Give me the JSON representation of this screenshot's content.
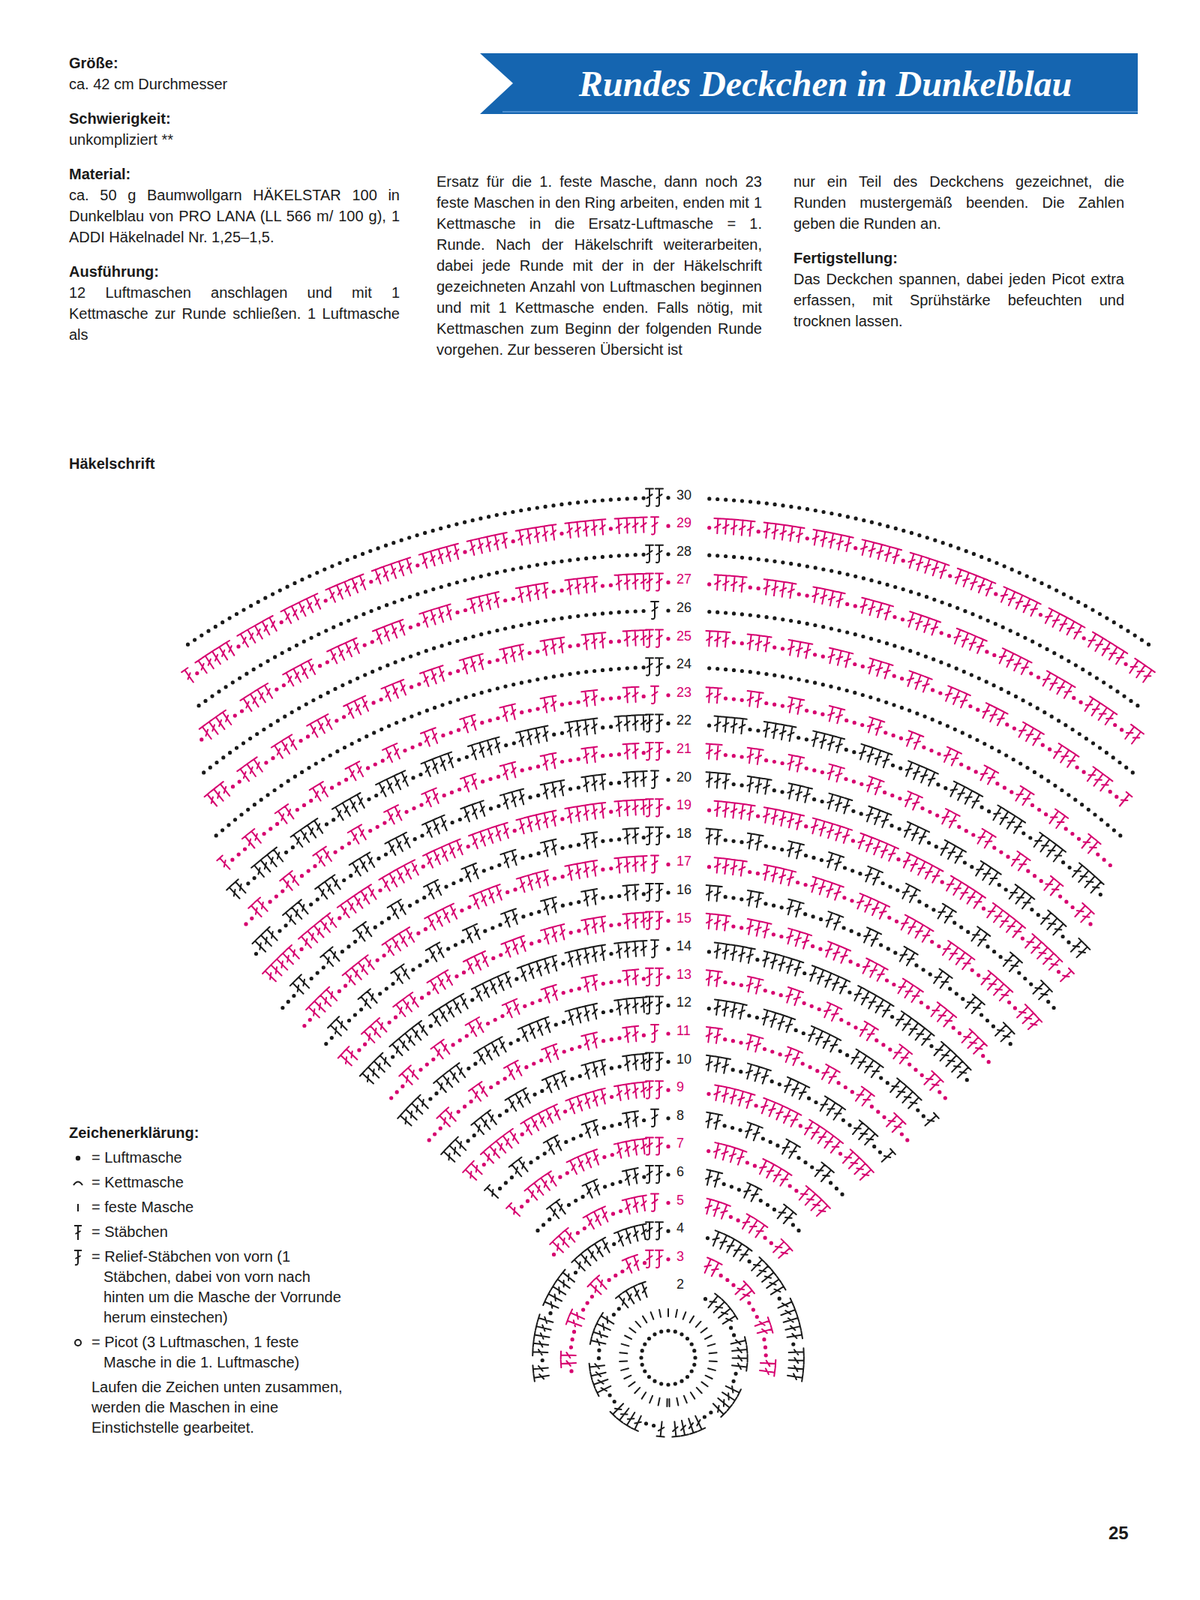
{
  "diagram": {
    "title": "Rundes Deckchen in Dunkelblau",
    "labels": [
      "Größe:",
      "ca. 42 cm Durchmesser",
      "Schwierigkeit:",
      "unkompliziert **",
      "Material:",
      "ca. 50 g Baumwollgarn HÄKELSTAR 100 in Dunkelblau von PRO LANA (LL 566 m/ 100 g), 1 ADDI Häkelnadel Nr. 1,25–1,5.",
      "Ausführung:",
      "12 Luftmaschen anschlagen und mit 1 Kettmasche zur Runde schließen. 1 Luftmasche als",
      "Ersatz für die 1. feste Masche, dann noch 23 feste Maschen in den Ring arbeiten, enden mit 1 Kettmasche in die Ersatz-Luftmasche = 1. Runde. Nach der Häkelschrift weiterarbeiten, dabei jede Runde mit der in der Häkelschrift gezeichneten Anzahl von Luftmaschen beginnen und mit 1 Kettmasche enden. Falls nötig, mit Kettmaschen zum Beginn der folgenden Runde vorgehen. Zur besseren Übersicht ist",
      "nur ein Teil des Deckchens gezeichnet, die Runden mustergemäß beenden. Die Zahlen geben die Runden an.",
      "Fertigstellung:",
      "Das Deckchen spannen, dabei jeden Picot extra erfassen, mit Sprühstärke befeuchten und trocknen lassen.",
      "Häkelschrift",
      "Zeichenerklärung:",
      "Laufen die Zeichen unten zusammen, werden die Maschen in eine Einstichstelle gearbeitet.",
      "25",
      "2",
      "3",
      "4",
      "5",
      "6",
      "7",
      "8",
      "9",
      "10",
      "11",
      "12",
      "13",
      "14",
      "15",
      "16",
      "17",
      "18",
      "19",
      "20",
      "21",
      "22",
      "23",
      "24",
      "25",
      "26",
      "27",
      "28",
      "29",
      "30"
    ],
    "legend": [
      {
        "text": "= Luftmasche"
      },
      {
        "text": "= Kettmasche"
      },
      {
        "text": "= feste Masche"
      },
      {
        "text": "= Stäbchen"
      },
      {
        "text": "= Relief-Stäbchen von vorn (1 Stäbchen, dabei von vorn nach hinten um die Masche der Vorrunde herum einstechen)"
      },
      {
        "text": "= Picot (3 Luftmaschen, 1 feste Masche in die 1. Luftmasche)"
      }
    ]
  }
}
